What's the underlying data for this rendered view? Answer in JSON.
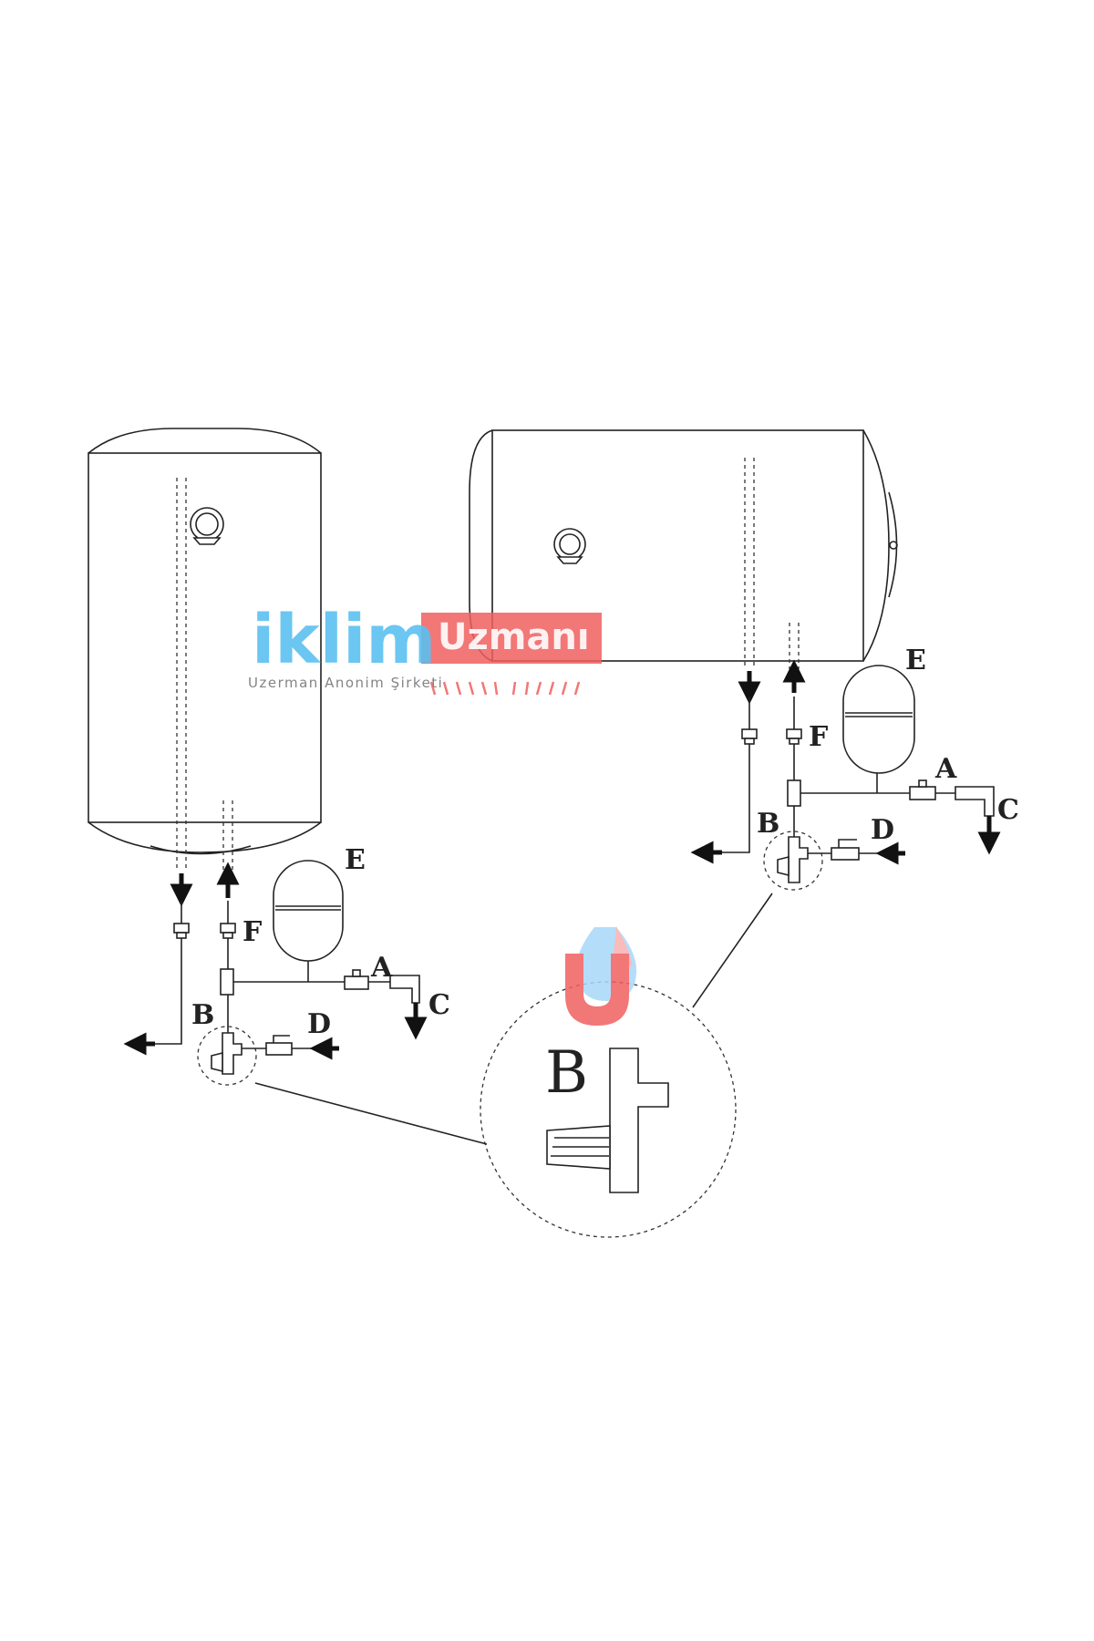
{
  "labels": {
    "a": "A",
    "b": "B",
    "c": "C",
    "d": "D",
    "e": "E",
    "f": "F"
  },
  "watermark": {
    "brand": "iklim",
    "brand_box": "Uzmanı",
    "tagline": "Uzerman Anonim Şirketi",
    "brand_color": "#5bc0f0",
    "box_color": "#f06060"
  },
  "icons": {
    "dial": "temperature-dial-icon",
    "arrow": "flow-arrow-icon",
    "logo": "droplet-u-logo-icon"
  }
}
